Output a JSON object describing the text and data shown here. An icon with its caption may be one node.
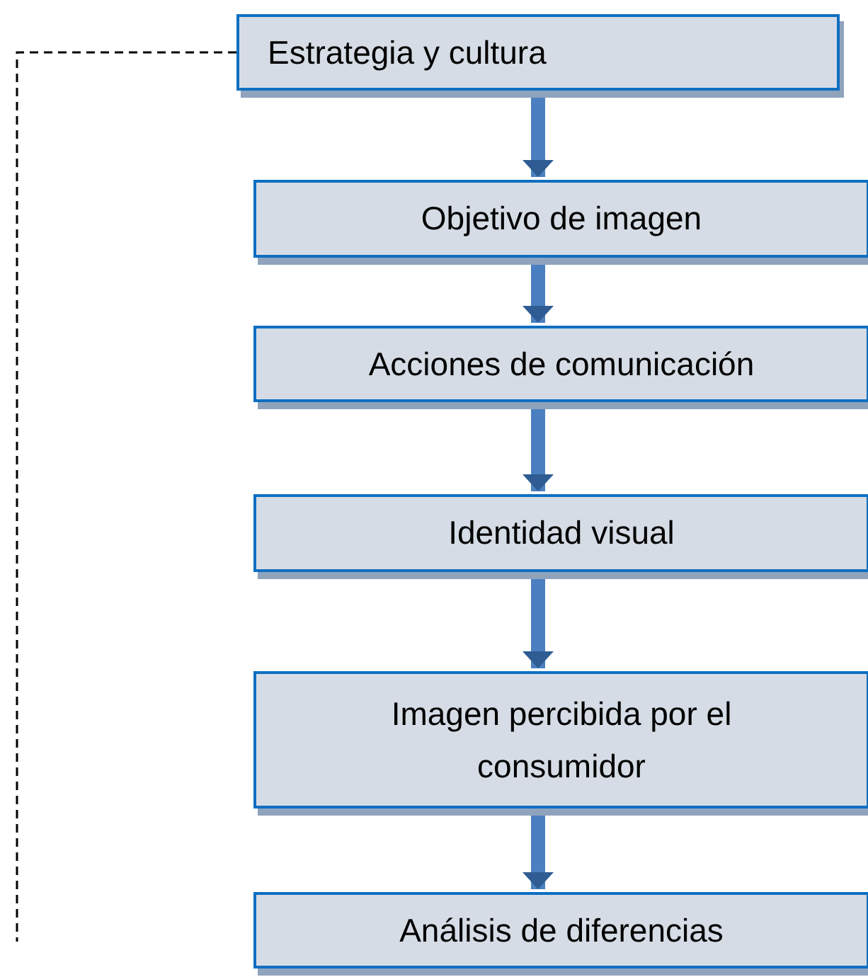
{
  "diagram": {
    "nodes": [
      {
        "text": [
          "Estrategia y cultura"
        ]
      },
      {
        "text": [
          "Objetivo de imagen"
        ]
      },
      {
        "text": [
          "Acciones de comunicación"
        ]
      },
      {
        "text": [
          "Identidad visual"
        ]
      },
      {
        "text": [
          "Imagen percibida por el consumidor"
        ]
      },
      {
        "text": [
          "Análisis de diferencias"
        ]
      }
    ],
    "edges": [
      {
        "from": 0,
        "to": 1,
        "arrow": "to"
      },
      {
        "from": 1,
        "to": 2,
        "arrow": "to"
      },
      {
        "from": 2,
        "to": 3,
        "arrow": "to"
      },
      {
        "from": 3,
        "to": 4,
        "arrow": "to"
      },
      {
        "from": 4,
        "to": 5,
        "arrow": "to"
      },
      {
        "from": 0,
        "to": null,
        "arrow": "none",
        "style": "dashed",
        "color": "#000000"
      }
    ]
  }
}
